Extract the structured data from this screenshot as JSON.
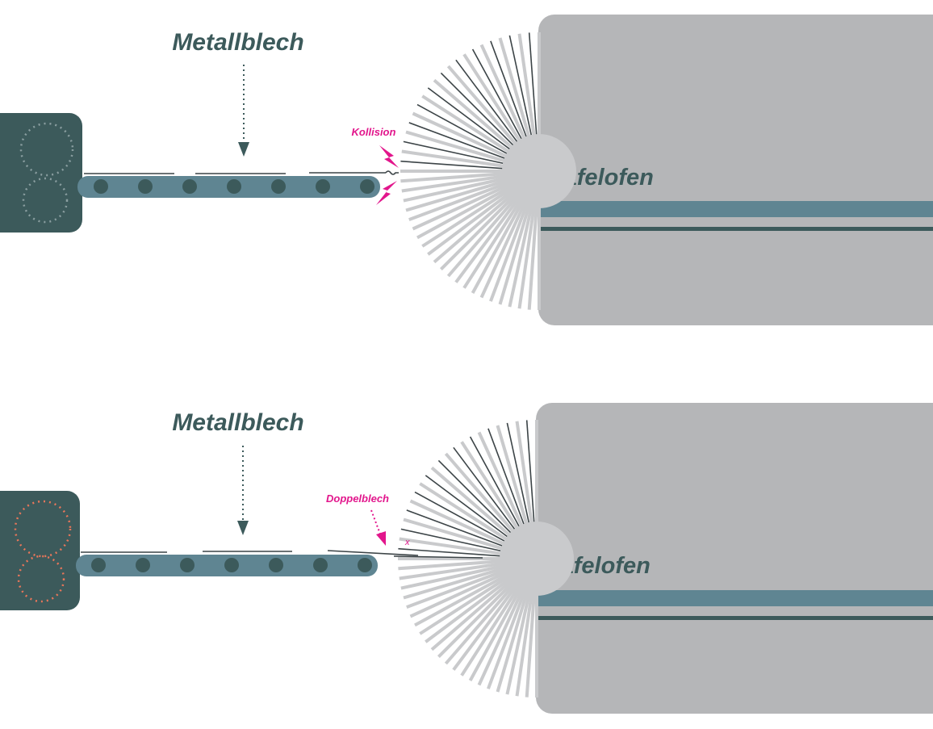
{
  "colors": {
    "machine": "#3c5a5b",
    "conveyor": "#5f8592",
    "roller": "#3c5a5b",
    "oven": "#b5b6b8",
    "spray_light": "#c9cacc",
    "spray_dark": "#3c4447",
    "accent": "#e2168c",
    "sensor_ok": "#8a9ea0",
    "sensor_alert": "#e8765a",
    "text": "#3c5a5b"
  },
  "top_panel": {
    "title": "Metallblech",
    "oven_label": "Tafelofen",
    "event_label": "Kollision"
  },
  "bottom_panel": {
    "title": "Metallblech",
    "oven_label": "Tafelofen",
    "event_label": "Doppelblech",
    "marker": "x"
  }
}
